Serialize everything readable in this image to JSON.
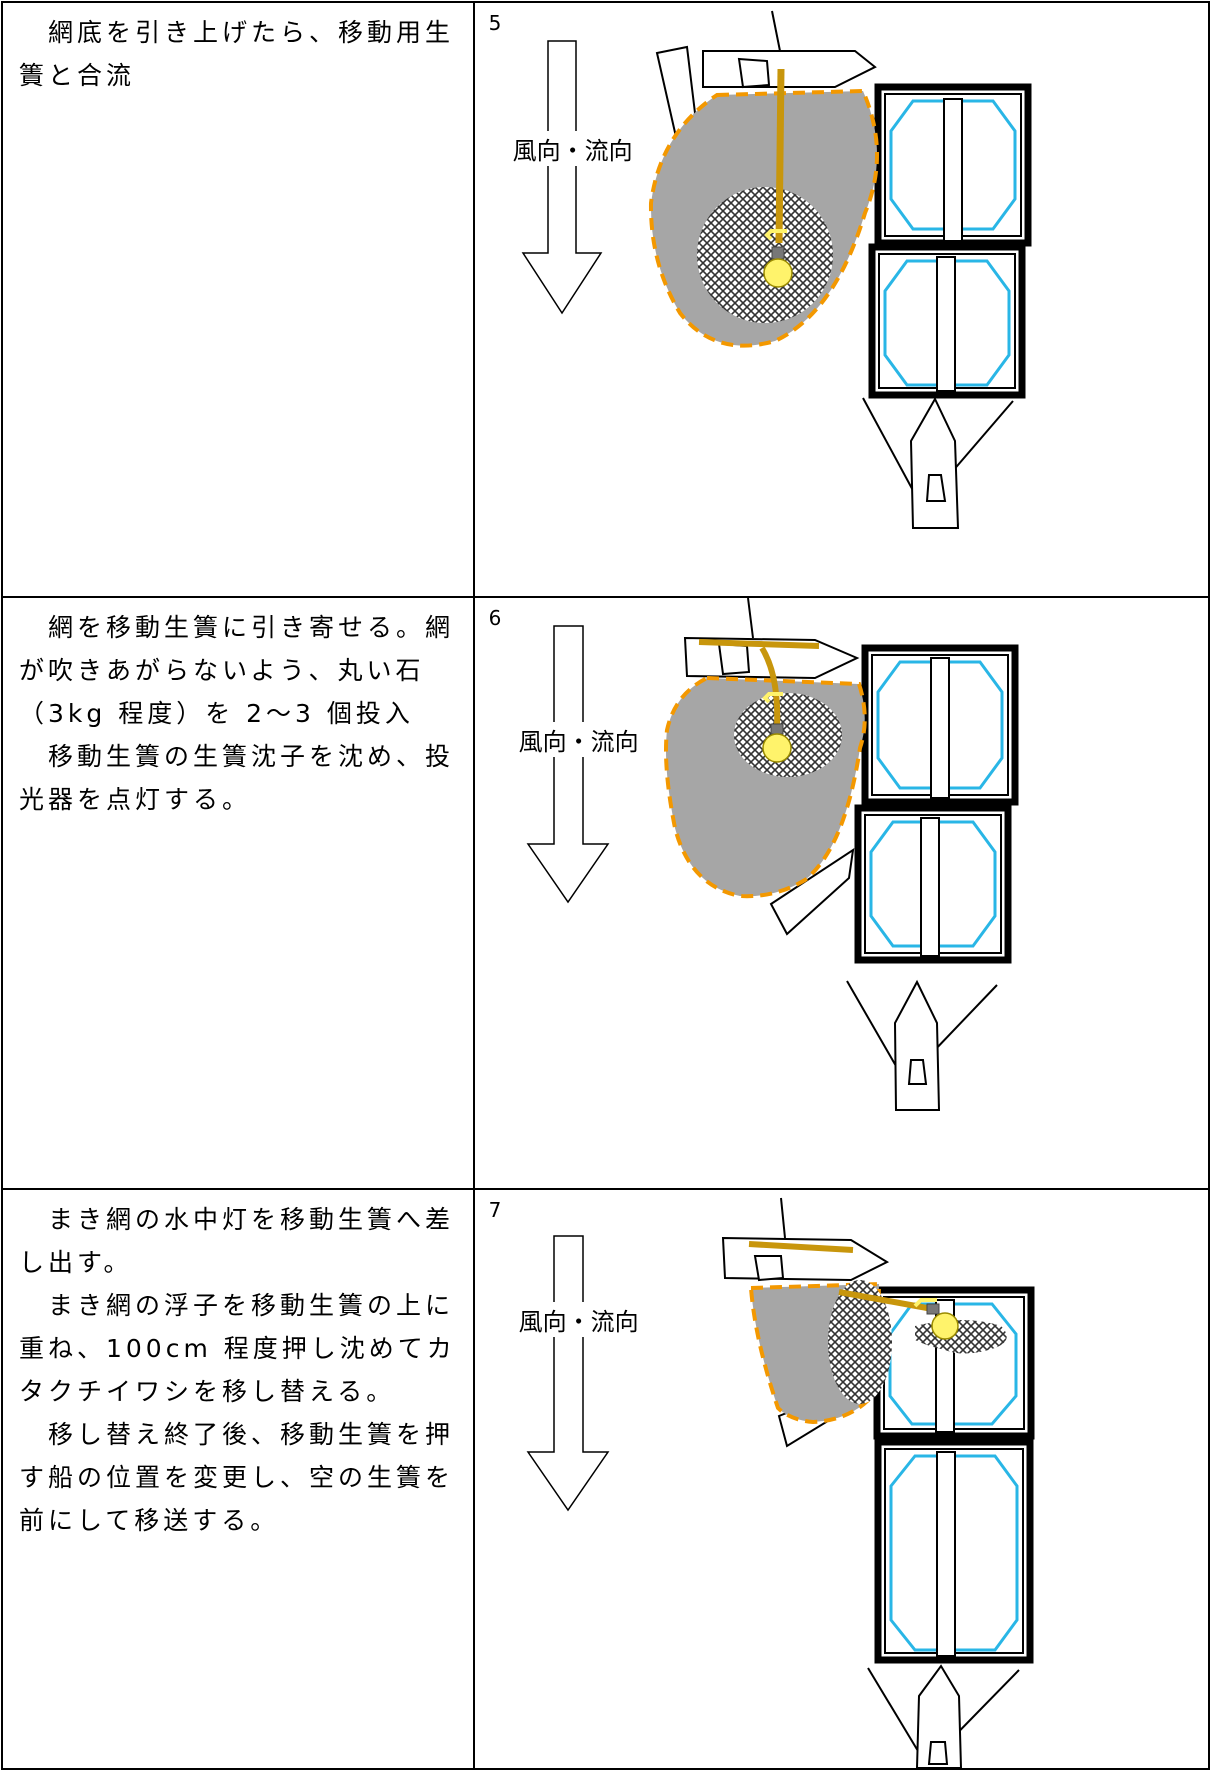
{
  "steps": [
    {
      "number": "5",
      "paragraphs": [
        "　網底を引き上げたら、移動用生簀と合流"
      ],
      "flow_label": "風向・流向"
    },
    {
      "number": "6",
      "paragraphs": [
        "　網を移動生簀に引き寄せる。網が吹きあがらないよう、丸い石（3kg 程度）を 2～3 個投入",
        "　移動生簀の生簀沈子を沈め、投光器を点灯する。"
      ],
      "flow_label": "風向・流向"
    },
    {
      "number": "7",
      "paragraphs": [
        "　まき網の水中灯を移動生簀へ差し出す。",
        "　まき網の浮子を移動生簀の上に重ね、100cm 程度押し沈めてカタクチイワシを移し替える。",
        "　移し替え終了後、移動生簀を押す船の位置を変更し、空の生簀を前にして移送する。"
      ],
      "flow_label": "風向・流向"
    }
  ],
  "colors": {
    "net_fill": "#a6a6a6",
    "net_edge": "#f39800",
    "rope": "#c8960c",
    "pen_inner": "#29b6e6",
    "lamp": "#fff36b",
    "border": "#000000"
  },
  "icons": [
    "flow-direction-arrow-icon",
    "boat-icon",
    "fish-pen-icon",
    "net-icon",
    "underwater-lamp-icon"
  ]
}
